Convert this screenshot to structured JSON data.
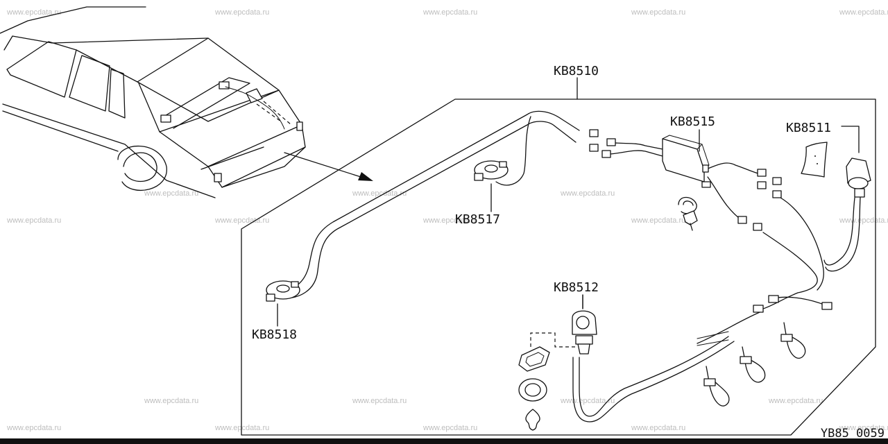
{
  "watermark": "www.epcdata.ru",
  "diagram_code": "YB85 0059",
  "parts": {
    "assembly": "KB8510",
    "sensor_right": "KB8517",
    "sensor_left": "KB8518",
    "control_unit": "KB8515",
    "indicator_lamp": "KB8511",
    "buzzer": "KB8512"
  }
}
